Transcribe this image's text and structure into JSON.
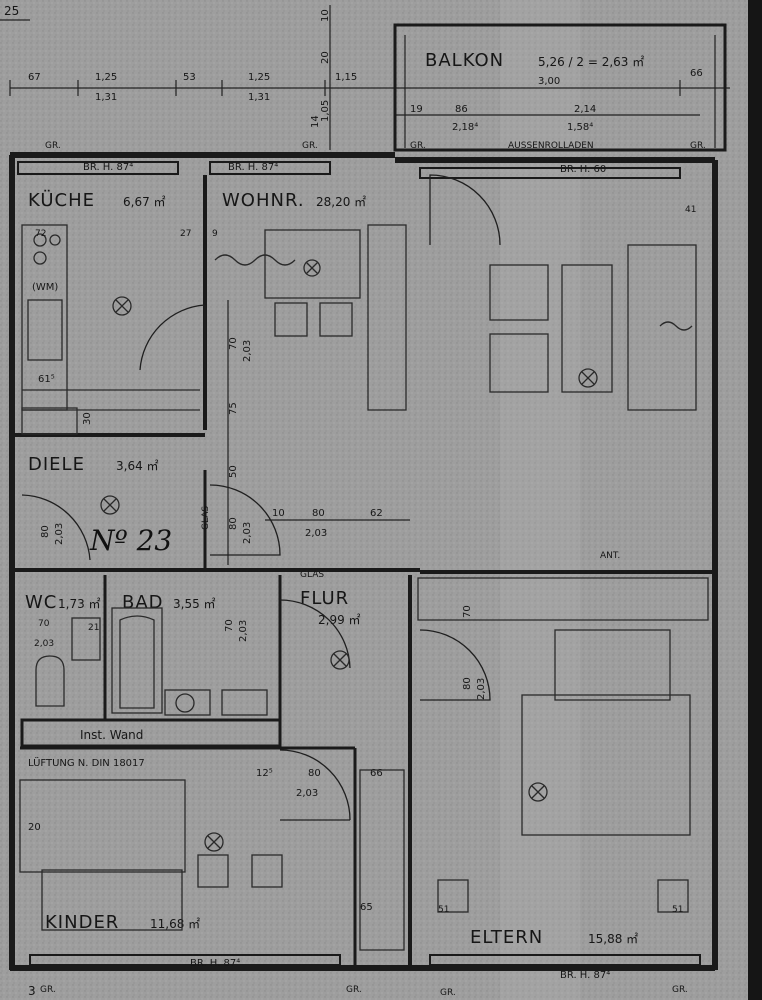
{
  "sheet": {
    "corner_top": "25",
    "corner_bottom": "3"
  },
  "unit_label": "Nº 23",
  "rooms": [
    {
      "id": "balkon",
      "name": "BALKON",
      "area": "5,26 / 2 = 2,63 ㎡"
    },
    {
      "id": "kueche",
      "name": "KÜCHE",
      "area": "6,67 ㎡"
    },
    {
      "id": "wohnr",
      "name": "WOHNR.",
      "area": "28,20 ㎡"
    },
    {
      "id": "diele",
      "name": "DIELE",
      "area": "3,64 ㎡"
    },
    {
      "id": "wc",
      "name": "WC",
      "area": "1,73 ㎡"
    },
    {
      "id": "bad",
      "name": "BAD",
      "area": "3,55 ㎡"
    },
    {
      "id": "flur",
      "name": "FLUR",
      "area": "2,99 ㎡"
    },
    {
      "id": "kinder",
      "name": "KINDER",
      "area": "11,68 ㎡"
    },
    {
      "id": "eltern",
      "name": "ELTERN",
      "area": "15,88 ㎡"
    }
  ],
  "notes": {
    "aussenrolladen": "AUSSENROLLADEN",
    "br_h_87_1": "BR. H. 87⁴",
    "br_h_87_2": "BR. H. 87⁴",
    "br_h_60": "BR. H. 60",
    "br_h_87_bottom": "BR. H. 87⁴",
    "br_h_87_bottom_right": "BR. H. 87⁴",
    "inst_wand": "Inst. Wand",
    "luftung": "LÜFTUNG N. DIN 18017",
    "glas_1": "GLAS",
    "glas_2": "GLAS",
    "wm": "(WM)",
    "ant": "ANT."
  },
  "gr_labels": [
    "GR.",
    "GR.",
    "GR.",
    "GR.",
    "GR.",
    "GR.",
    "GR.",
    "GR."
  ],
  "dims_top": {
    "d67": "67",
    "d125a": "1,25",
    "d131a": "1,31",
    "d53": "53",
    "d125b": "1,25",
    "d131b": "1,31",
    "d115": "1,15",
    "d300": "3,00",
    "d66": "66",
    "d19": "19",
    "d86": "86",
    "d218": "2,18⁴",
    "d214": "2,14",
    "d158": "1,58⁴",
    "d10": "10",
    "d20": "20",
    "d105": "1,05",
    "d14": "14"
  },
  "dims_inner": {
    "k72": "72",
    "k27": "27",
    "k9": "9",
    "k615": "61⁵",
    "k30": "30",
    "w70a": "70",
    "w203a": "2,03",
    "w75": "75",
    "w50": "50",
    "w80a": "80",
    "w203b": "2,03",
    "w10": "10",
    "w80b": "80",
    "w62": "62",
    "w203c": "2,03",
    "w41": "41",
    "d80": "80",
    "d203d": "2,03",
    "wc70": "70",
    "wc203": "2,03",
    "wc21": "21",
    "bad70": "70",
    "bad203": "2,03",
    "fl70": "70",
    "fl80": "80",
    "fl203": "2,03",
    "ki125": "12⁵",
    "ki80": "80",
    "ki203": "2,03",
    "ki66": "66",
    "ki20": "20",
    "ki65": "65",
    "el51a": "51",
    "el51b": "51"
  }
}
